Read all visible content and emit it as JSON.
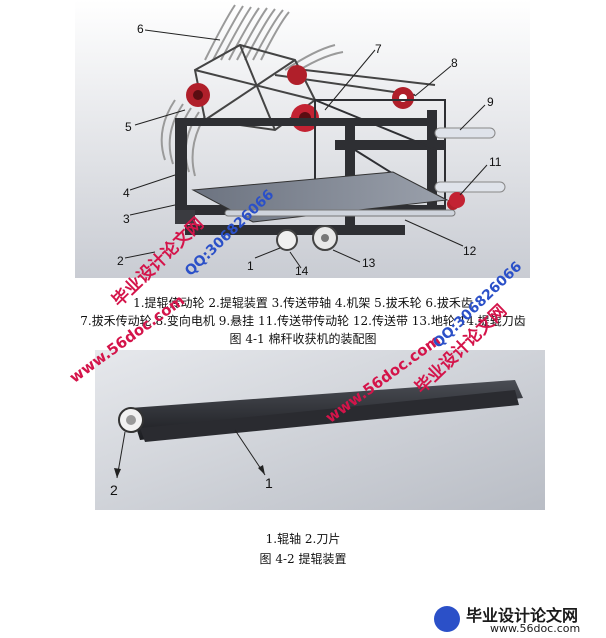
{
  "figure1": {
    "callouts": [
      "1",
      "2",
      "3",
      "4",
      "5",
      "6",
      "7",
      "8",
      "9",
      "11",
      "12",
      "13",
      "14"
    ],
    "legend_line1": "1.提辊传动轮 2.提辊装置 3.传送带轴 4.机架 5.拔禾轮 6.拔禾齿",
    "legend_line2": "7.拔禾传动轮 8.变向电机 9.悬挂 11.传送带传动轮 12.传送带 13.地轮 14.提辊刀齿",
    "caption": "图 4-1 棉秆收获机的装配图"
  },
  "figure2": {
    "callouts": [
      "1",
      "2"
    ],
    "legend": "1.辊轴 2.刀片",
    "caption": "图 4-2 提辊装置"
  },
  "watermarks": {
    "site_name": "毕业设计论文网",
    "qq": "QQ:306826066",
    "url": "www.56doc.com"
  },
  "colors": {
    "watermark_red": "#d4144a",
    "watermark_blue": "#2b50c8"
  }
}
